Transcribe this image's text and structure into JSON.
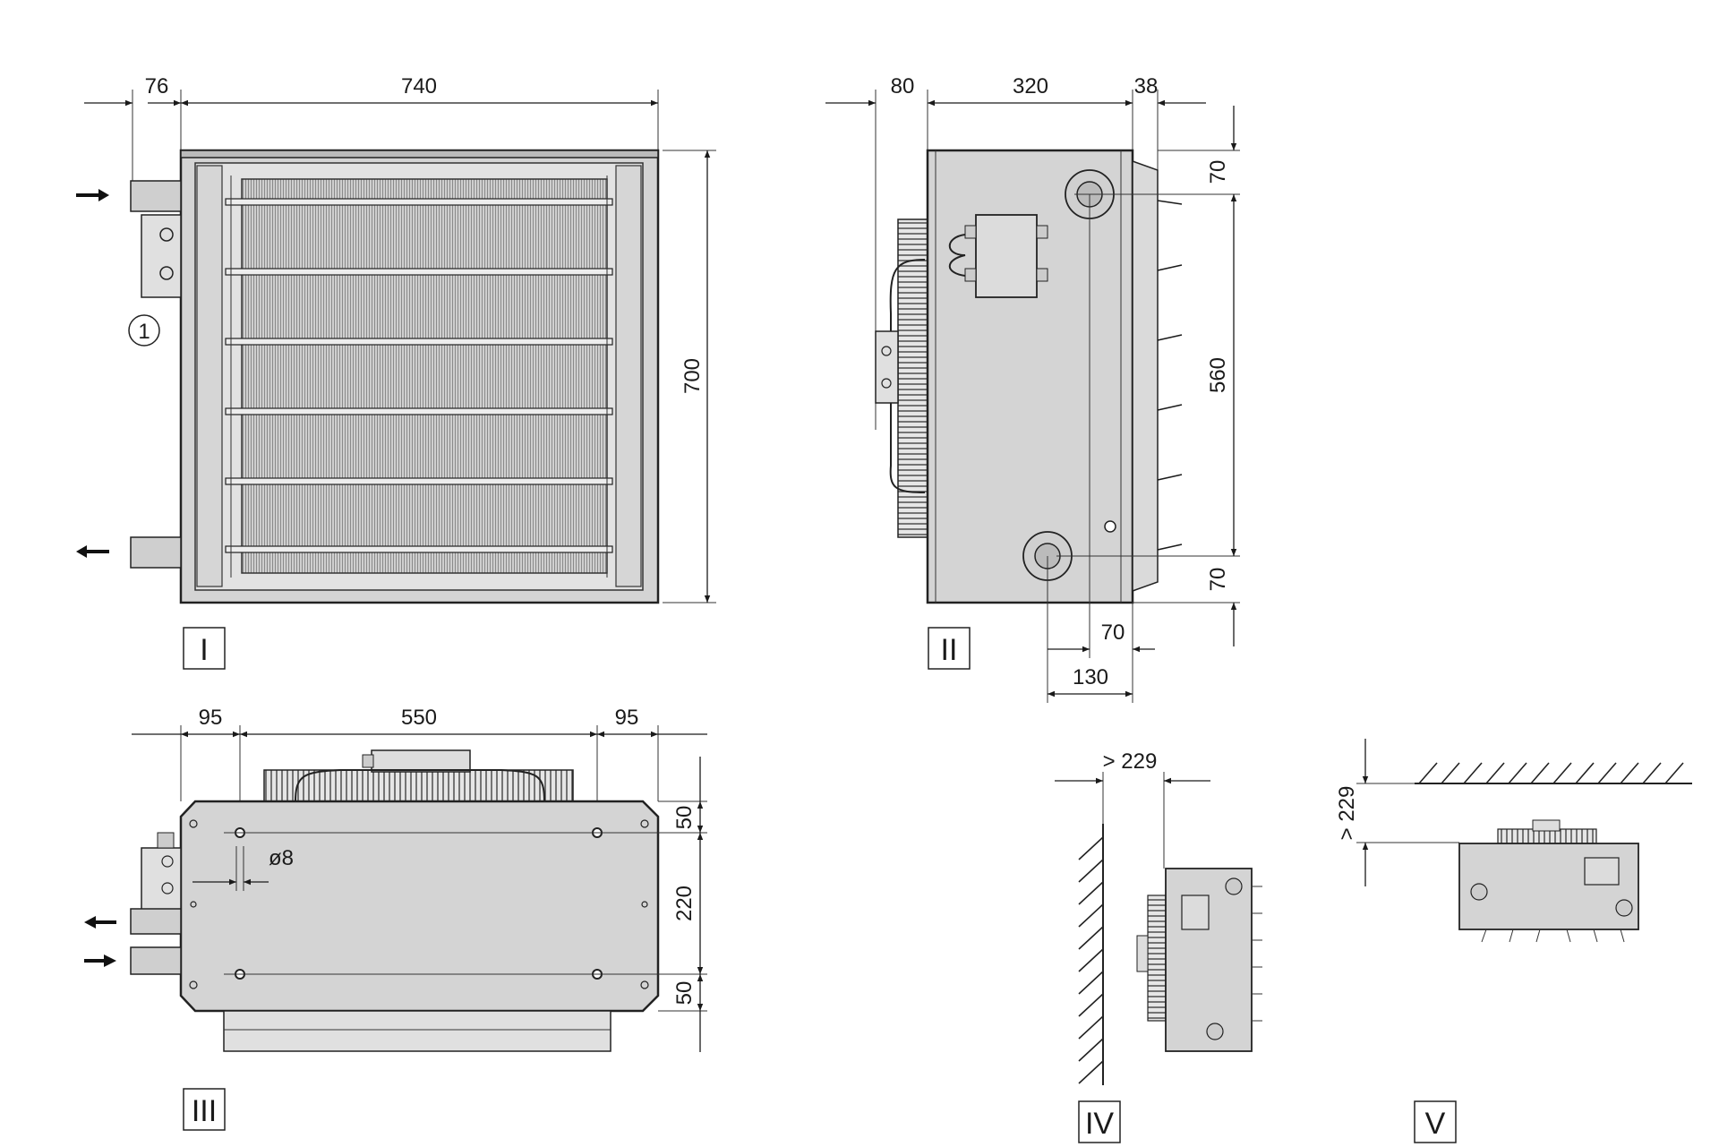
{
  "views": {
    "front": {
      "label": "I",
      "dims": {
        "left": "76",
        "width": "740",
        "height": "700"
      },
      "callout": "1"
    },
    "side": {
      "label": "II",
      "dims": {
        "depth_fan": "80",
        "depth_body": "320",
        "depth_louvre": "38",
        "top_conn": "70",
        "conn_spacing": "560",
        "bottom_conn": "70",
        "conn_x1": "70",
        "conn_x2": "130"
      }
    },
    "top": {
      "label": "III",
      "dims": {
        "left": "95",
        "mid": "550",
        "right": "95",
        "hole": "ø8",
        "edge_top": "50",
        "hole_spacing": "220",
        "edge_bottom": "50"
      }
    },
    "wall_mount": {
      "label": "IV",
      "clearance": "> 229"
    },
    "ceiling_mount": {
      "label": "V",
      "clearance": "> 229"
    }
  },
  "colors": {
    "housing": "#d4d4d4",
    "line": "#1a1a1a"
  }
}
